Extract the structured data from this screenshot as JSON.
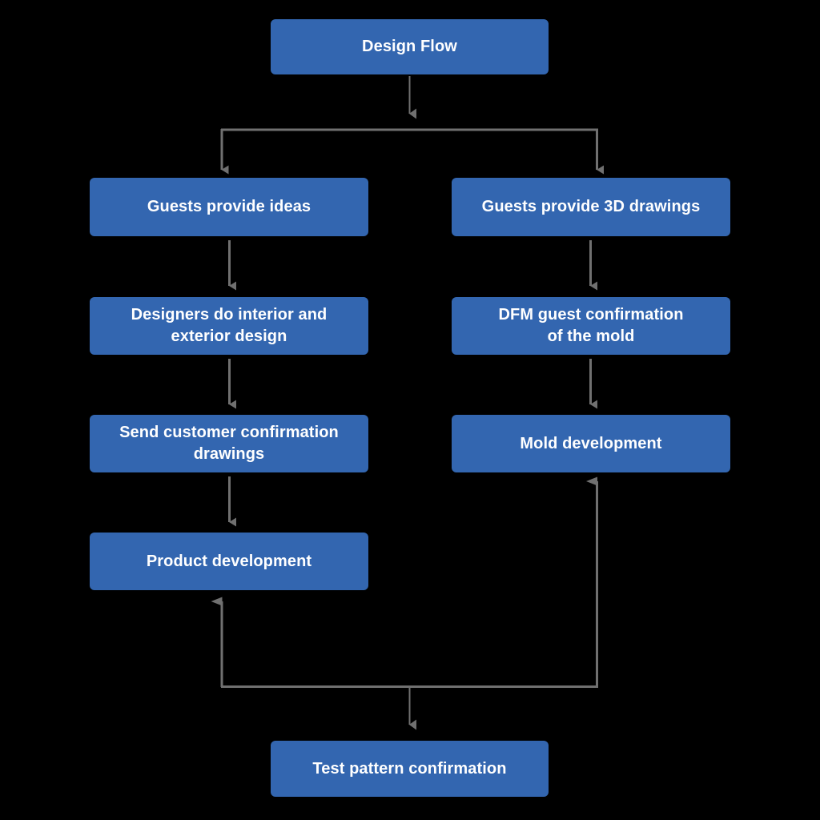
{
  "diagram": {
    "title": "Design Flow",
    "background_color": "#000000",
    "node_color": "#3366b0",
    "node_text_color": "#ffffff",
    "connector_color": "#707070",
    "nodes": [
      {
        "id": "design-flow",
        "label": "Design Flow"
      },
      {
        "id": "guests-ideas",
        "label": "Guests provide ideas"
      },
      {
        "id": "guests-3d",
        "label": "Guests provide 3D drawings"
      },
      {
        "id": "designers",
        "label": "Designers do interior and\nexterior design"
      },
      {
        "id": "dfm",
        "label": "DFM guest confirmation\nof the mold"
      },
      {
        "id": "send-drawings",
        "label": "Send customer confirmation\ndrawings"
      },
      {
        "id": "mold-development",
        "label": "Mold development"
      },
      {
        "id": "product-development",
        "label": "Product development"
      },
      {
        "id": "test-pattern",
        "label": "Test pattern confirmation"
      }
    ],
    "edges": [
      {
        "from": "design-flow",
        "to": "guests-ideas"
      },
      {
        "from": "design-flow",
        "to": "guests-3d"
      },
      {
        "from": "guests-ideas",
        "to": "designers"
      },
      {
        "from": "guests-3d",
        "to": "dfm"
      },
      {
        "from": "designers",
        "to": "send-drawings"
      },
      {
        "from": "dfm",
        "to": "mold-development"
      },
      {
        "from": "send-drawings",
        "to": "product-development"
      },
      {
        "from": "test-pattern",
        "to": "product-development"
      },
      {
        "from": "test-pattern",
        "to": "mold-development"
      },
      {
        "from": "feedback-bus",
        "to": "test-pattern"
      }
    ]
  }
}
